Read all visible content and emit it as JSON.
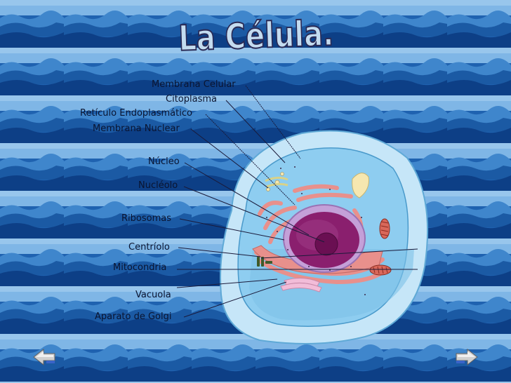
{
  "title": "La Célula.",
  "labels": [
    {
      "id": "membrana-celular",
      "text": "Membrana Celular"
    },
    {
      "id": "citoplasma",
      "text": "Citoplasma"
    },
    {
      "id": "reticulo",
      "text": "Retículo Endoplasmático"
    },
    {
      "id": "membrana-nuclear",
      "text": "Membrana Nuclear"
    },
    {
      "id": "nucleo",
      "text": "Núcleo"
    },
    {
      "id": "nucleolo",
      "text": "Nucléolo"
    },
    {
      "id": "ribosomas",
      "text": "Ribosomas"
    },
    {
      "id": "centriolo",
      "text": "Centríolo"
    },
    {
      "id": "mitocondria",
      "text": "Mitocondria"
    },
    {
      "id": "vacuola",
      "text": "Vacuola"
    },
    {
      "id": "golgi",
      "text": "Aparato de Golgi"
    }
  ],
  "nav": {
    "prev_icon": "arrow-left-icon",
    "next_icon": "arrow-right-icon"
  },
  "colors": {
    "background": "#1f5aa0",
    "cell_outer": "#bfe3f7",
    "cytoplasm": "#8fcdf0",
    "nucleus": "#8a1f6e",
    "reticulum": "#e8908c",
    "title_fill": "#c4dcf0"
  }
}
